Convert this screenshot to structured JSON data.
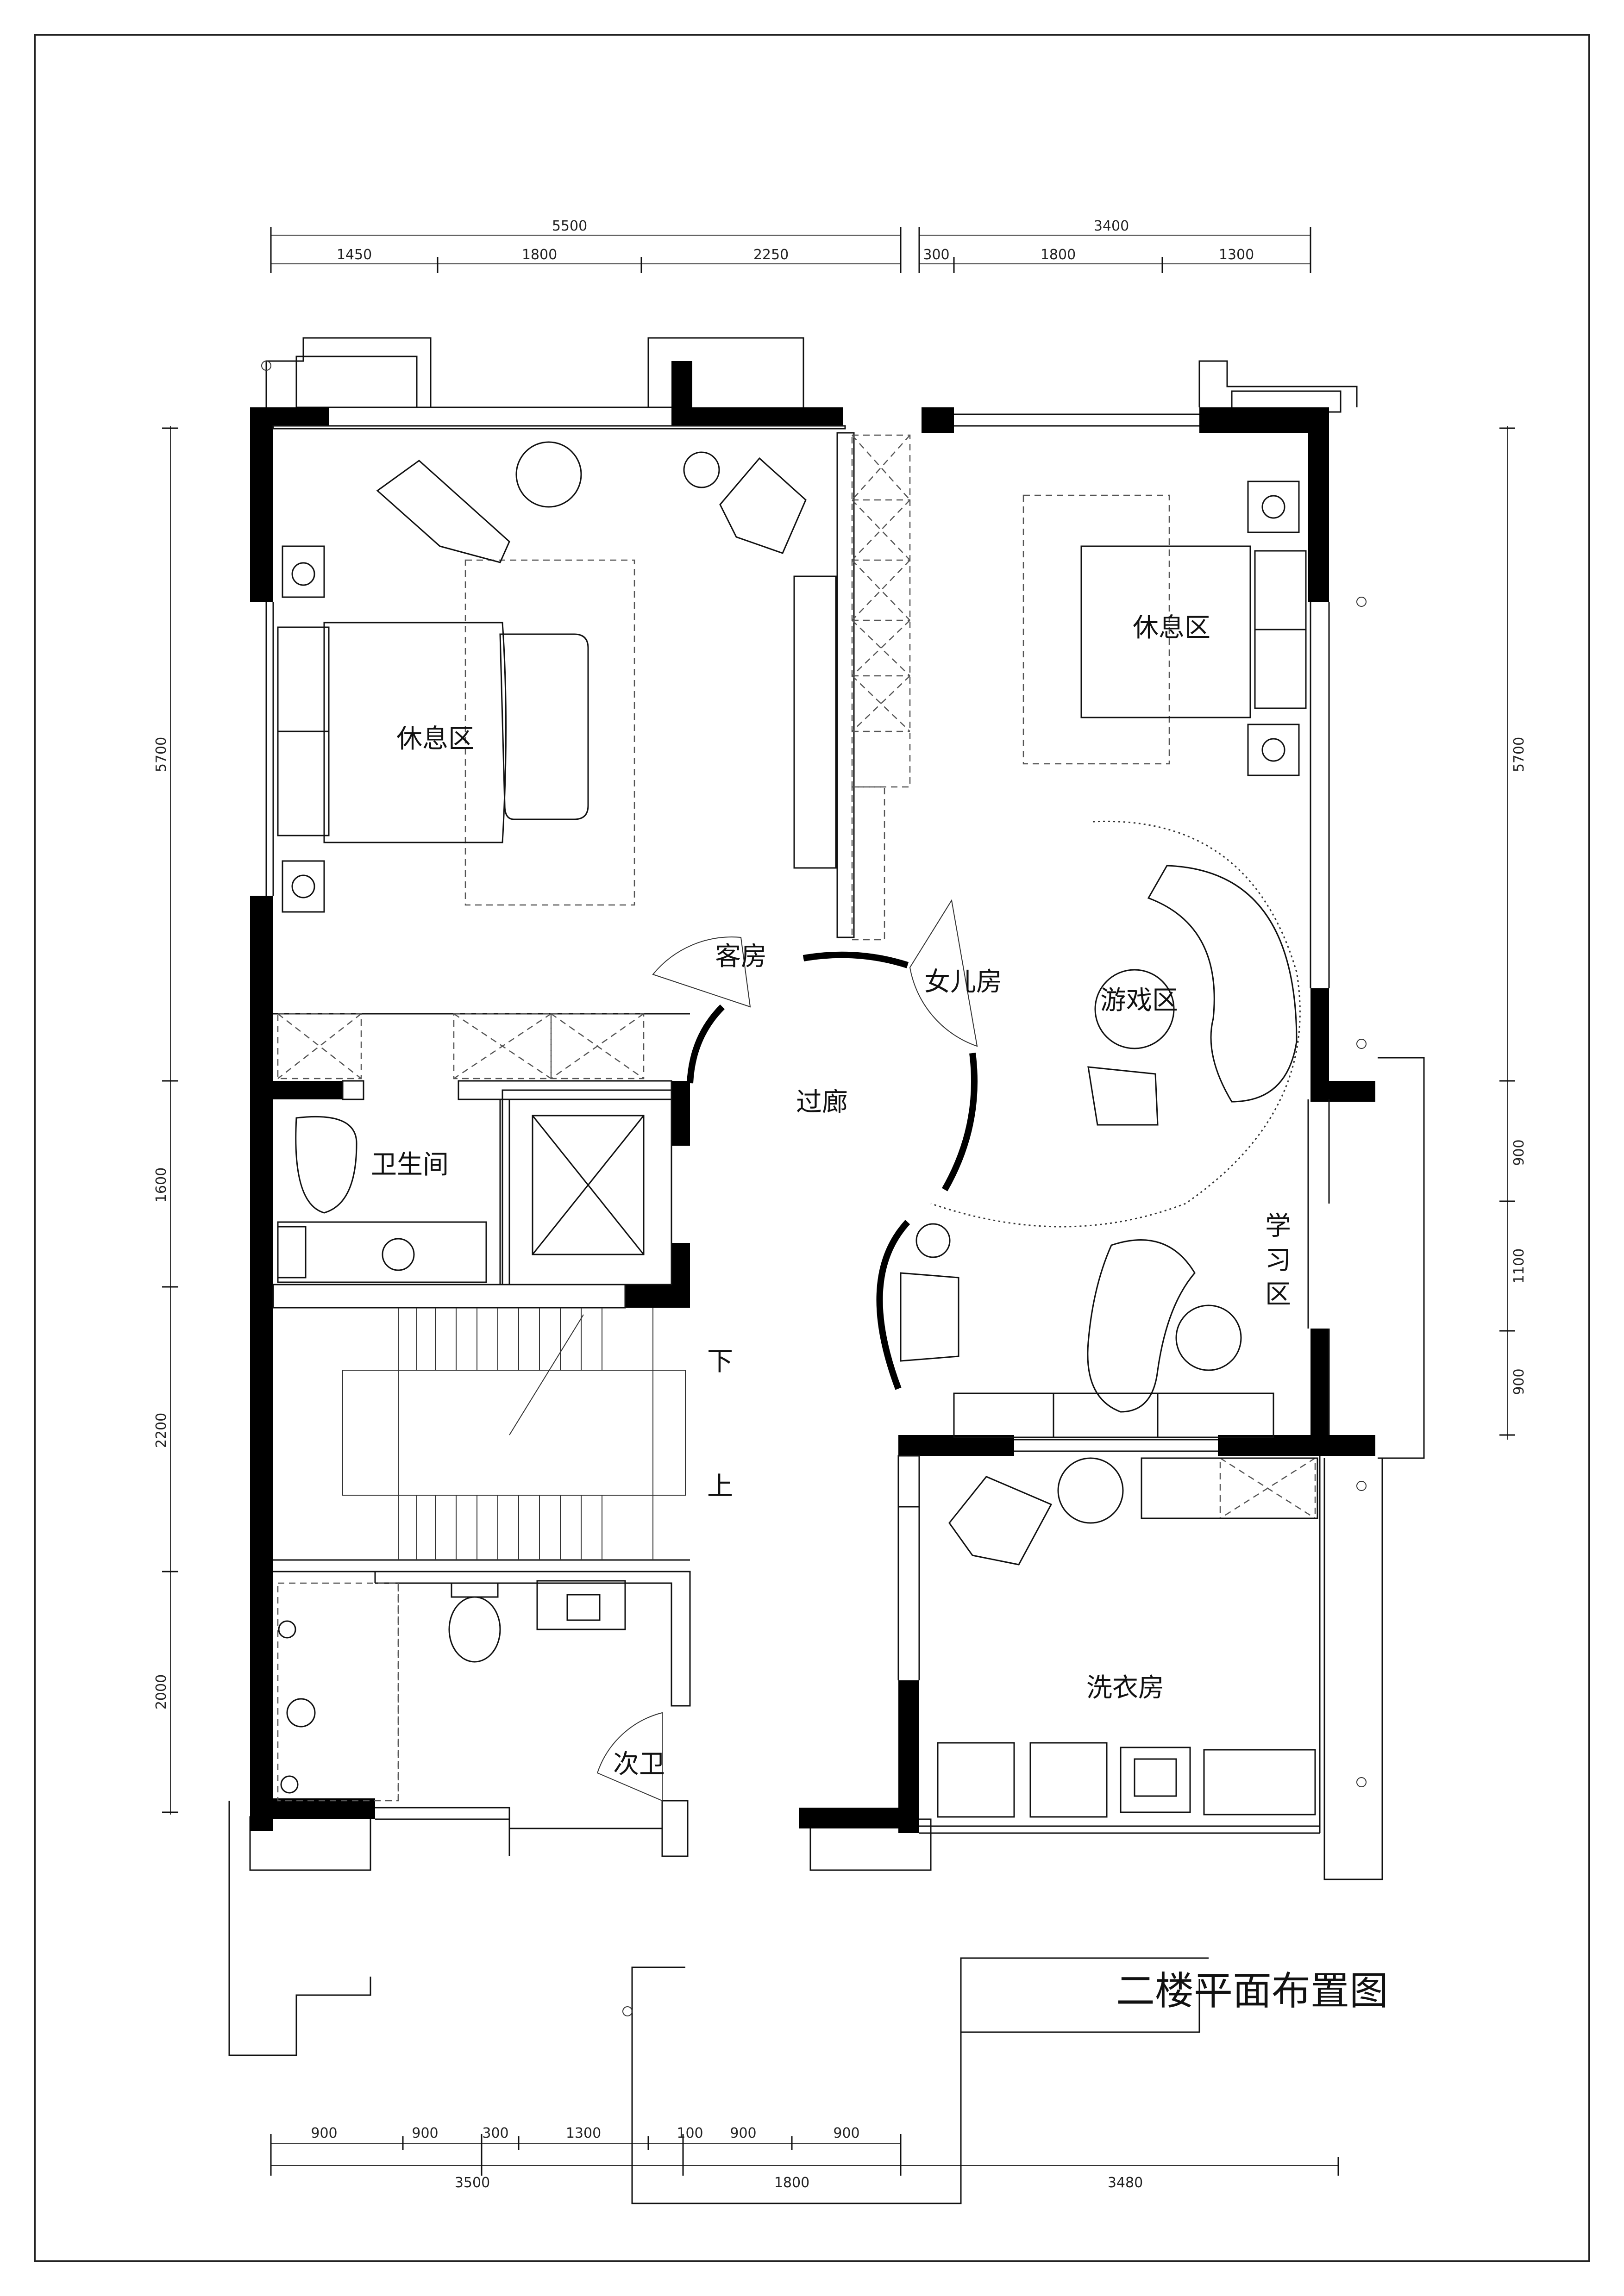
{
  "title": "二楼平面布置图",
  "rooms": {
    "rest_left": "休息区",
    "rest_right": "休息区",
    "guest": "客房",
    "daughter": "女儿房",
    "game": "游戏区",
    "corridor": "过廊",
    "bathroom": "卫生间",
    "study": "学 习 区",
    "down": "下",
    "up": "上",
    "laundry": "洗衣房",
    "second_bath": "次卫"
  },
  "dims_top": {
    "total_left": "5500",
    "total_right": "3400",
    "seg": [
      "1450",
      "1800",
      "2250",
      "300",
      "1800",
      "1300"
    ]
  },
  "dims_bottom": {
    "seg": [
      "900",
      "900",
      "300",
      "1300",
      "100",
      "900",
      "900"
    ],
    "total": [
      "3500",
      "1800",
      "3480"
    ]
  },
  "dims_left": [
    "5700",
    "1600",
    "2200",
    "2000"
  ],
  "dims_right": [
    "5700",
    "900",
    "1100",
    "900"
  ]
}
